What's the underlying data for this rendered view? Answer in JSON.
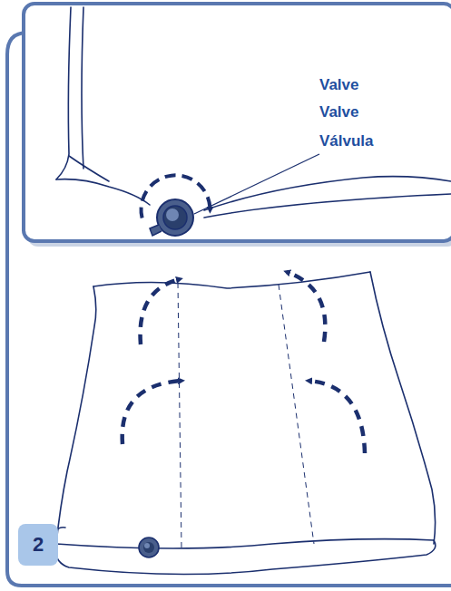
{
  "diagram": {
    "nodes": [
      {
        "text": [
          "2"
        ]
      }
    ],
    "labels": [
      "Valve",
      "Valve",
      "Válvula"
    ]
  }
}
